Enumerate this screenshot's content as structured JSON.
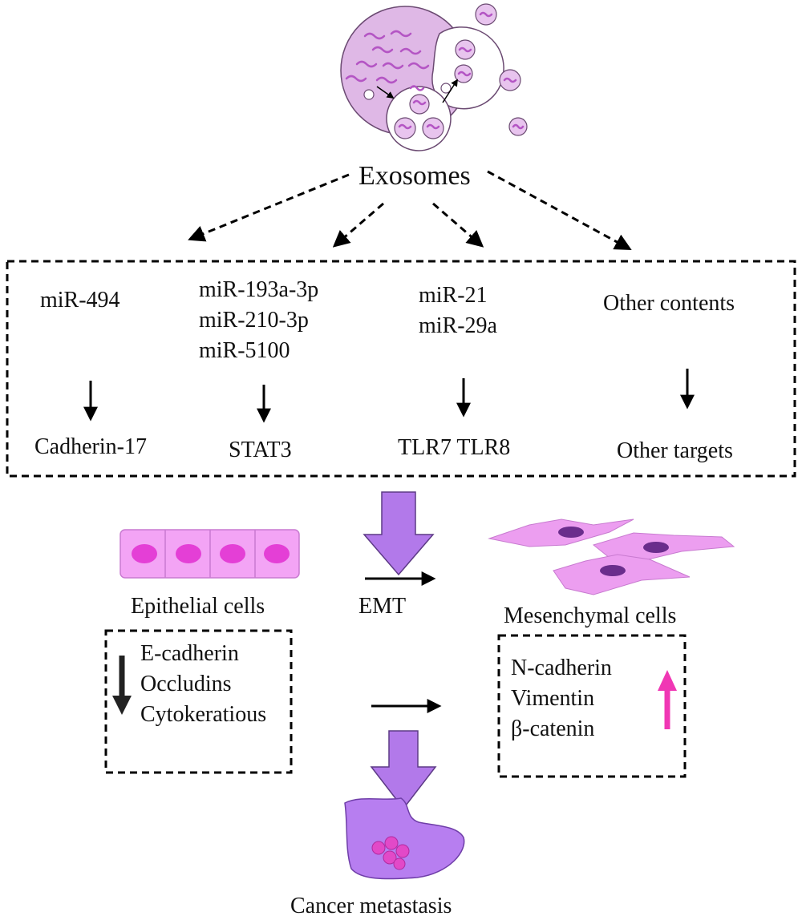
{
  "source": {
    "label": "Exosomes"
  },
  "branches": [
    {
      "contents": [
        "miR-494"
      ],
      "target": "Cadherin-17"
    },
    {
      "contents": [
        "miR-193a-3p",
        "miR-210-3p",
        "miR-5100"
      ],
      "target": "STAT3"
    },
    {
      "contents": [
        "miR-21",
        "miR-29a"
      ],
      "target": "TLR7 TLR8"
    },
    {
      "contents": [
        "Other contents"
      ],
      "target": "Other targets"
    }
  ],
  "emt": {
    "label": "EMT",
    "from_label": "Epithelial cells",
    "to_label": "Mesenchymal cells"
  },
  "epithelial_markers": {
    "items": [
      "E-cadherin",
      "Occludins",
      "Cytokeratious"
    ]
  },
  "mesenchymal_markers": {
    "items": [
      "N-cadherin",
      "Vimentin",
      "β-catenin"
    ]
  },
  "outcome": {
    "label": "Cancer metastasis"
  },
  "colors": {
    "exosome_fill": "#dfb8e6",
    "vesicle_fill": "#e8c4ee",
    "mirna_stroke": "#b455c4",
    "epithelial_fill": "#f3a4f5",
    "nucleus_fill": "#e43fd6",
    "mesenchymal_fill": "#ec9ef0",
    "mesenchymal_nucleus": "#6a2d8c",
    "big_arrow_fill": "#b279ea",
    "down_marker_arrow": "#222222",
    "up_marker_arrow": "#f037b4",
    "tumor_fill": "#b77ef0",
    "tumor_cell_fill": "#e249c8"
  }
}
